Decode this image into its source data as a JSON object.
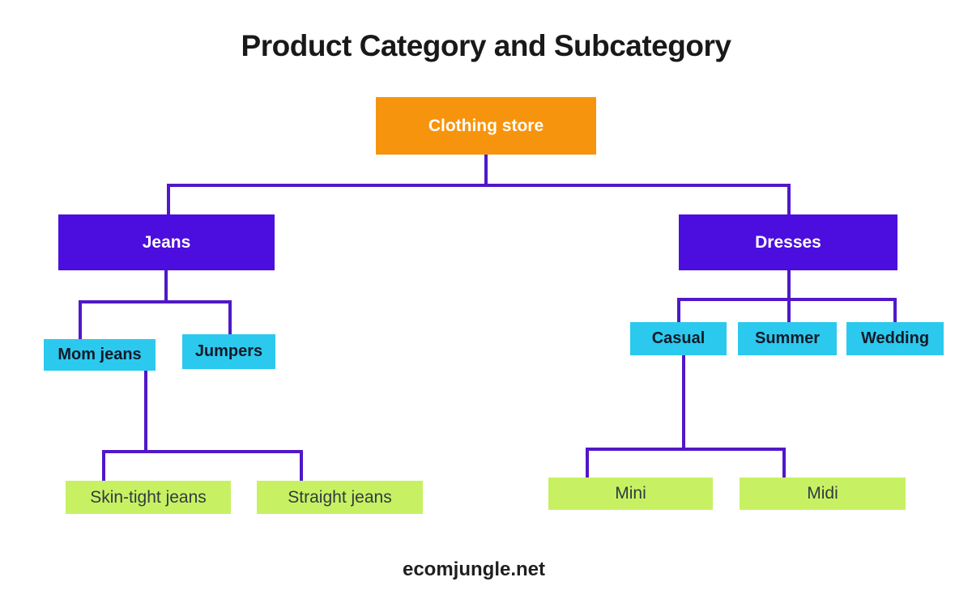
{
  "title": "Product Category and Subcategory",
  "footer": "ecomjungle.net",
  "colors": {
    "background": "#FFFFFF",
    "title_text": "#191919",
    "footer_text": "#1F1F1F",
    "connector": "#5018C8",
    "root_fill": "#F7940E",
    "root_text": "#FFFDF6",
    "category_fill": "#4C0EDE",
    "category_text": "#FFFFFF",
    "subcategory_fill": "#2CC9EE",
    "subcategory_text": "#131A28",
    "variant_fill": "#C7F163",
    "variant_text": "#333A40"
  },
  "nodes": {
    "clothing_store": {
      "label": "Clothing store",
      "level": "root"
    },
    "jeans": {
      "label": "Jeans",
      "level": "category"
    },
    "dresses": {
      "label": "Dresses",
      "level": "category"
    },
    "mom_jeans": {
      "label": "Mom jeans",
      "level": "subcategory"
    },
    "jumpers": {
      "label": "Jumpers",
      "level": "subcategory"
    },
    "casual": {
      "label": "Casual",
      "level": "subcategory"
    },
    "summer": {
      "label": "Summer",
      "level": "subcategory"
    },
    "wedding": {
      "label": "Wedding",
      "level": "subcategory"
    },
    "skin_tight_jeans": {
      "label": "Skin-tight jeans",
      "level": "variant"
    },
    "straight_jeans": {
      "label": "Straight jeans",
      "level": "variant"
    },
    "mini": {
      "label": "Mini",
      "level": "variant"
    },
    "midi": {
      "label": "Midi",
      "level": "variant"
    }
  },
  "edges": [
    {
      "from": "clothing_store",
      "to": "jeans"
    },
    {
      "from": "clothing_store",
      "to": "dresses"
    },
    {
      "from": "jeans",
      "to": "mom_jeans"
    },
    {
      "from": "jeans",
      "to": "jumpers"
    },
    {
      "from": "mom_jeans",
      "to": "skin_tight_jeans"
    },
    {
      "from": "mom_jeans",
      "to": "straight_jeans"
    },
    {
      "from": "dresses",
      "to": "casual"
    },
    {
      "from": "dresses",
      "to": "summer"
    },
    {
      "from": "dresses",
      "to": "wedding"
    },
    {
      "from": "casual",
      "to": "mini"
    },
    {
      "from": "casual",
      "to": "midi"
    }
  ]
}
